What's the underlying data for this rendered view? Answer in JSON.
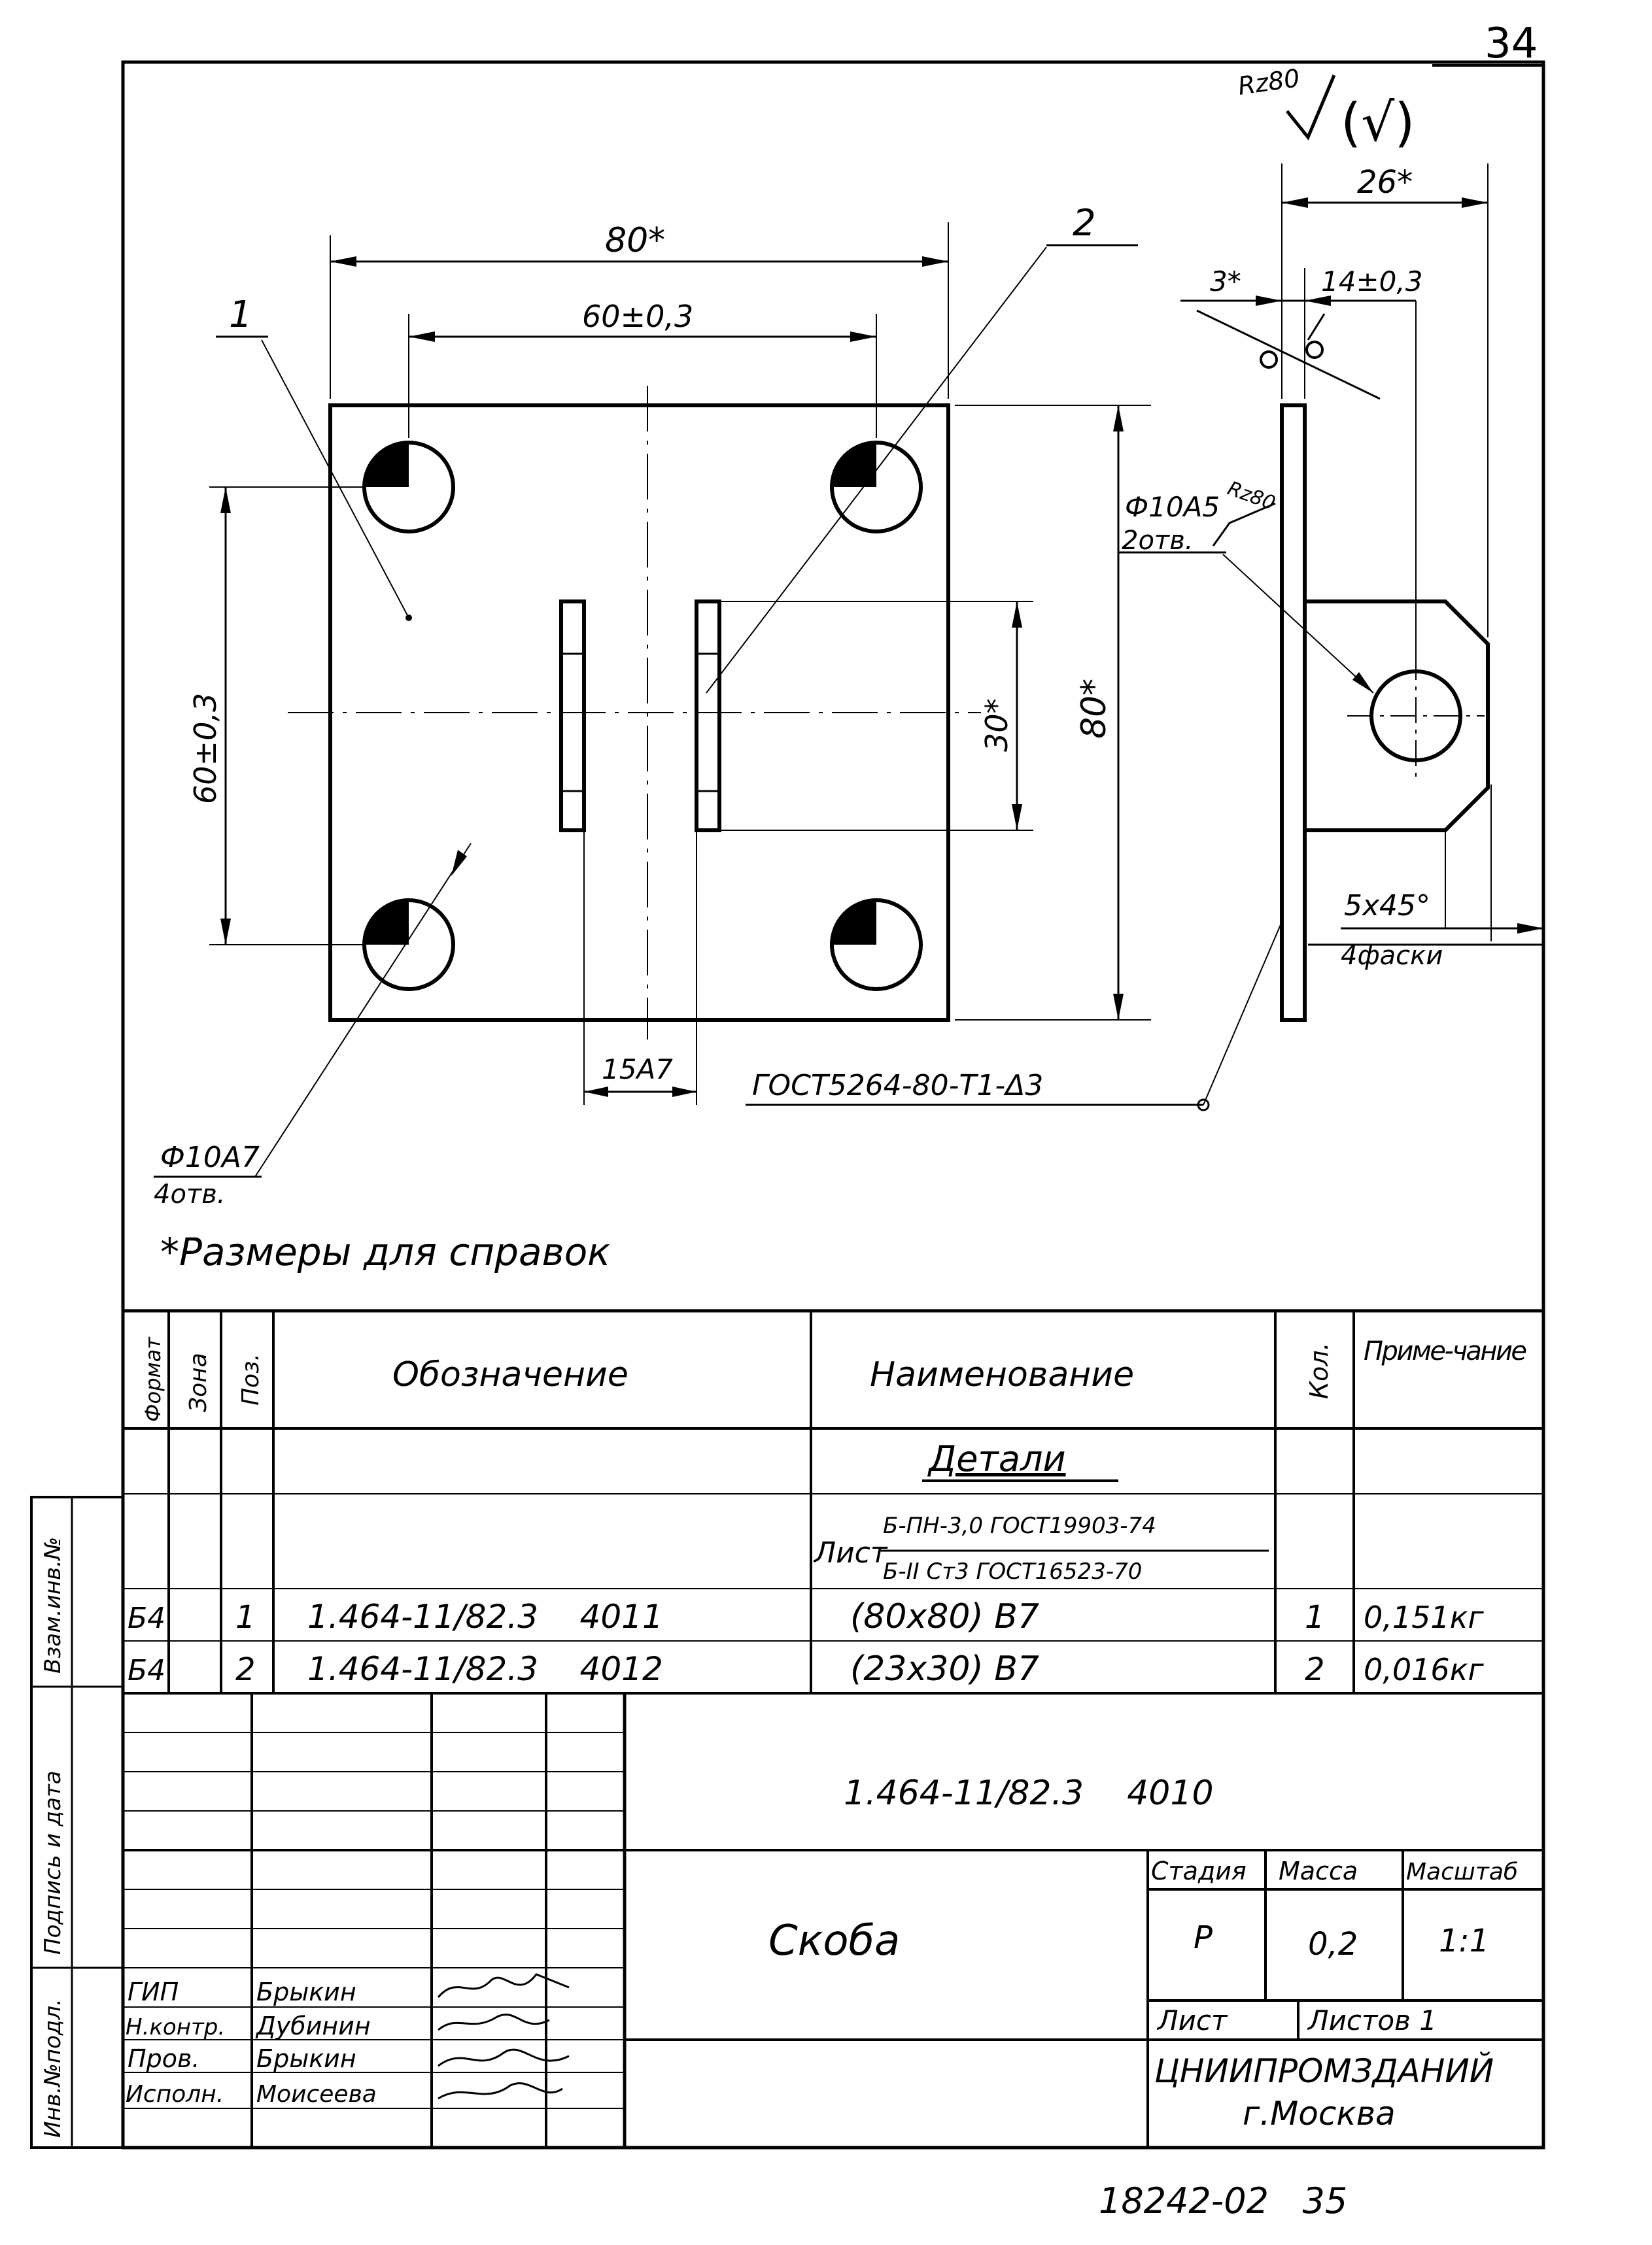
{
  "page_number": "34",
  "roughness": {
    "general": "Rz80",
    "other_symbol": "(√)",
    "hole_symbol": "Rz80"
  },
  "reference_note": "*Размеры для справок",
  "dimensions": {
    "overall_width": "80*",
    "hole_spacing_horizontal": "60±0,3",
    "hole_spacing_vertical": "60±0,3",
    "slot_height": "30*",
    "overall_height": "80*",
    "slot_gap": "15A7",
    "side_width": "26*",
    "side_offset": "3*",
    "side_center": "14±0,3",
    "side_hole": "Ф10А5",
    "side_hole_count": "2отв.",
    "chamfer": "5x45°",
    "chamfer_count": "4фаски",
    "front_hole": "Ф10А7",
    "front_hole_count": "4отв."
  },
  "leaders": {
    "pos1": "1",
    "pos2": "2"
  },
  "weld_note": "ГОСТ5264-80-Т1-Δ3",
  "spec_table": {
    "headers": {
      "format": "Формат",
      "zone": "Зона",
      "pos": "Поз.",
      "designation": "Обозначение",
      "name": "Наименование",
      "qty": "Кол.",
      "note": "Приме-чание"
    },
    "section": "Детали",
    "material": {
      "prefix": "Лист",
      "top": "Б-ПН-3,0 ГОСТ19903-74",
      "bottom": "Б-II Ст3 ГОСТ16523-70"
    },
    "rows": [
      {
        "format": "Б4",
        "pos": "1",
        "designation": "1.464-11/82.3    4011",
        "name": "(80x80) В7",
        "qty": "1",
        "note": "0,151кг"
      },
      {
        "format": "Б4",
        "pos": "2",
        "designation": "1.464-11/82.3    4012",
        "name": "(23x30) В7",
        "qty": "2",
        "note": "0,016кг"
      }
    ]
  },
  "title_block": {
    "document_code": "1.464-11/82.3    4010",
    "title": "Скоба",
    "stage_header": "Стадия",
    "mass_header": "Масса",
    "scale_header": "Масштаб",
    "stage": "Р",
    "mass": "0,2",
    "scale": "1:1",
    "sheet_label": "Лист",
    "sheets_label": "Листов 1",
    "organization": "ЦНИИПРОМЗДАНИЙ",
    "city": "г.Москва",
    "roles": [
      {
        "role": "ГИП",
        "name": "Брыкин"
      },
      {
        "role": "Н.контр.",
        "name": "Дубинин"
      },
      {
        "role": "Пров.",
        "name": "Брыкин"
      },
      {
        "role": "Исполн.",
        "name": "Моисеева"
      }
    ]
  },
  "side_stamp": {
    "inv_orig": "Инв.№подл.",
    "sign_date": "Подпись и дата",
    "inv_dup": "Взам.инв.№"
  },
  "footer_code": "18242-02   35"
}
